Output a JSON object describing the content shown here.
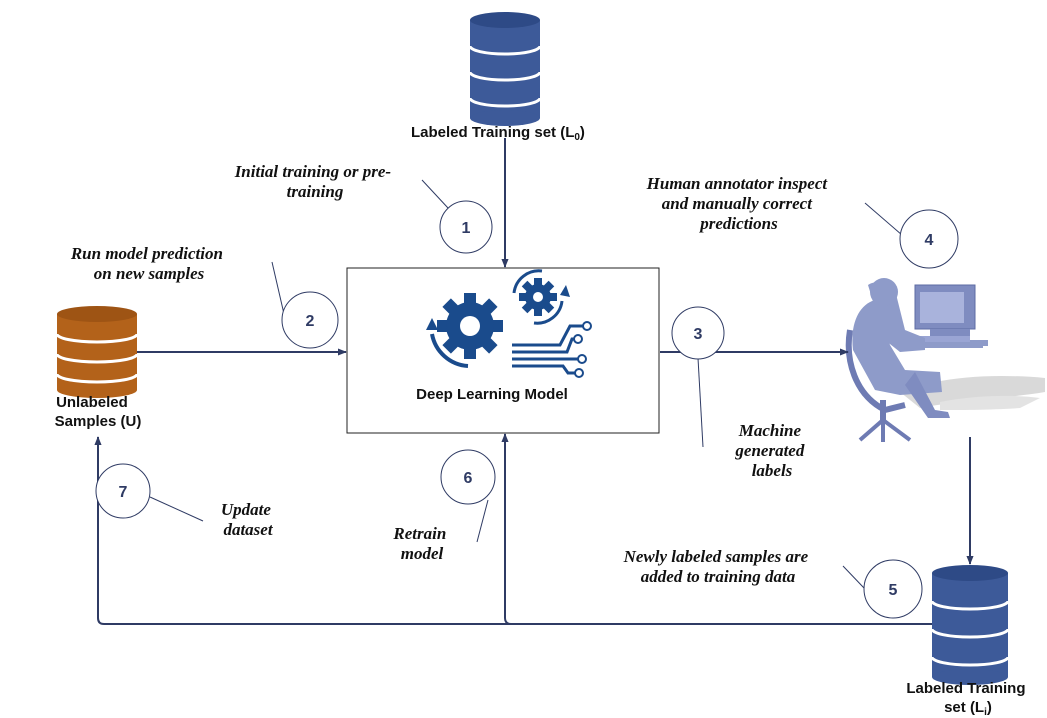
{
  "nodes": {
    "labeled_set_top": {
      "label": "Labeled Training set (L",
      "sub": "0",
      "suffix": ")"
    },
    "unlabeled": {
      "line1": "Unlabeled",
      "line2": "Samples (U)"
    },
    "model": {
      "label": "Deep Learning Model"
    },
    "labeled_set_bottom": {
      "line1": "Labeled Training",
      "line2_prefix": "set (L",
      "line2_sub": "i",
      "line2_suffix": ")"
    }
  },
  "steps": [
    {
      "number": "1",
      "caption": [
        "Initial training or pre-",
        "training"
      ]
    },
    {
      "number": "2",
      "caption": [
        "Run model prediction",
        "on new samples"
      ]
    },
    {
      "number": "3",
      "caption": [
        "Machine",
        "generated",
        "labels"
      ]
    },
    {
      "number": "4",
      "caption": [
        "Human annotator inspect",
        "and manually correct",
        "predictions"
      ]
    },
    {
      "number": "5",
      "caption": [
        "Newly labeled samples are",
        "added to training data"
      ]
    },
    {
      "number": "6",
      "caption": [
        "Retrain",
        "model"
      ]
    },
    {
      "number": "7",
      "caption": [
        "Update",
        "dataset"
      ]
    }
  ],
  "colors": {
    "db_blue": "#3d5a99",
    "db_orange": "#b3621a",
    "arrow": "#2f3b64",
    "icon_blue": "#1a4b8c",
    "person": "#8e9bc9"
  },
  "icons": [
    "database-icon",
    "gears-icon",
    "human-annotator-icon"
  ]
}
